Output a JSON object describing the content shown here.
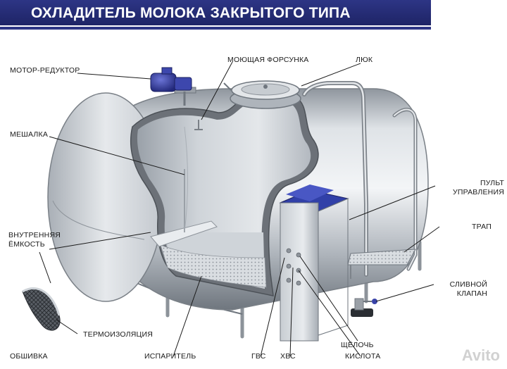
{
  "title": "ОХЛАДИТЕЛЬ МОЛОКА ЗАКРЫТОГО ТИПА",
  "labels": {
    "motor": "МОТОР-РЕДУКТОР",
    "nozzle": "МОЮЩАЯ ФОРСУНКА",
    "hatch": "ЛЮК",
    "mixer": "МЕШАЛКА",
    "panel_1": "ПУЛЬТ",
    "panel_2": "УПРАВЛЕНИЯ",
    "ladder": "ТРАП",
    "inner_1": "ВНУТРЕННЯЯ",
    "inner_2": "ЁМКОСТЬ",
    "drain_1": "СЛИВНОЙ",
    "drain_2": "КЛАПАН",
    "insulation": "ТЕРМОИЗОЛЯЦИЯ",
    "sheath": "ОБШИВКА",
    "evaporator": "ИСПАРИТЕЛЬ",
    "gvs": "ГВС",
    "hvs": "ХВС",
    "alkali": "ЩЁЛОЧЬ",
    "acid": "КИСЛОТА"
  },
  "watermark": "Avito",
  "colors": {
    "banner": "#2d3585",
    "steel": "#b9bfc6",
    "motor": "#3a44a8"
  }
}
